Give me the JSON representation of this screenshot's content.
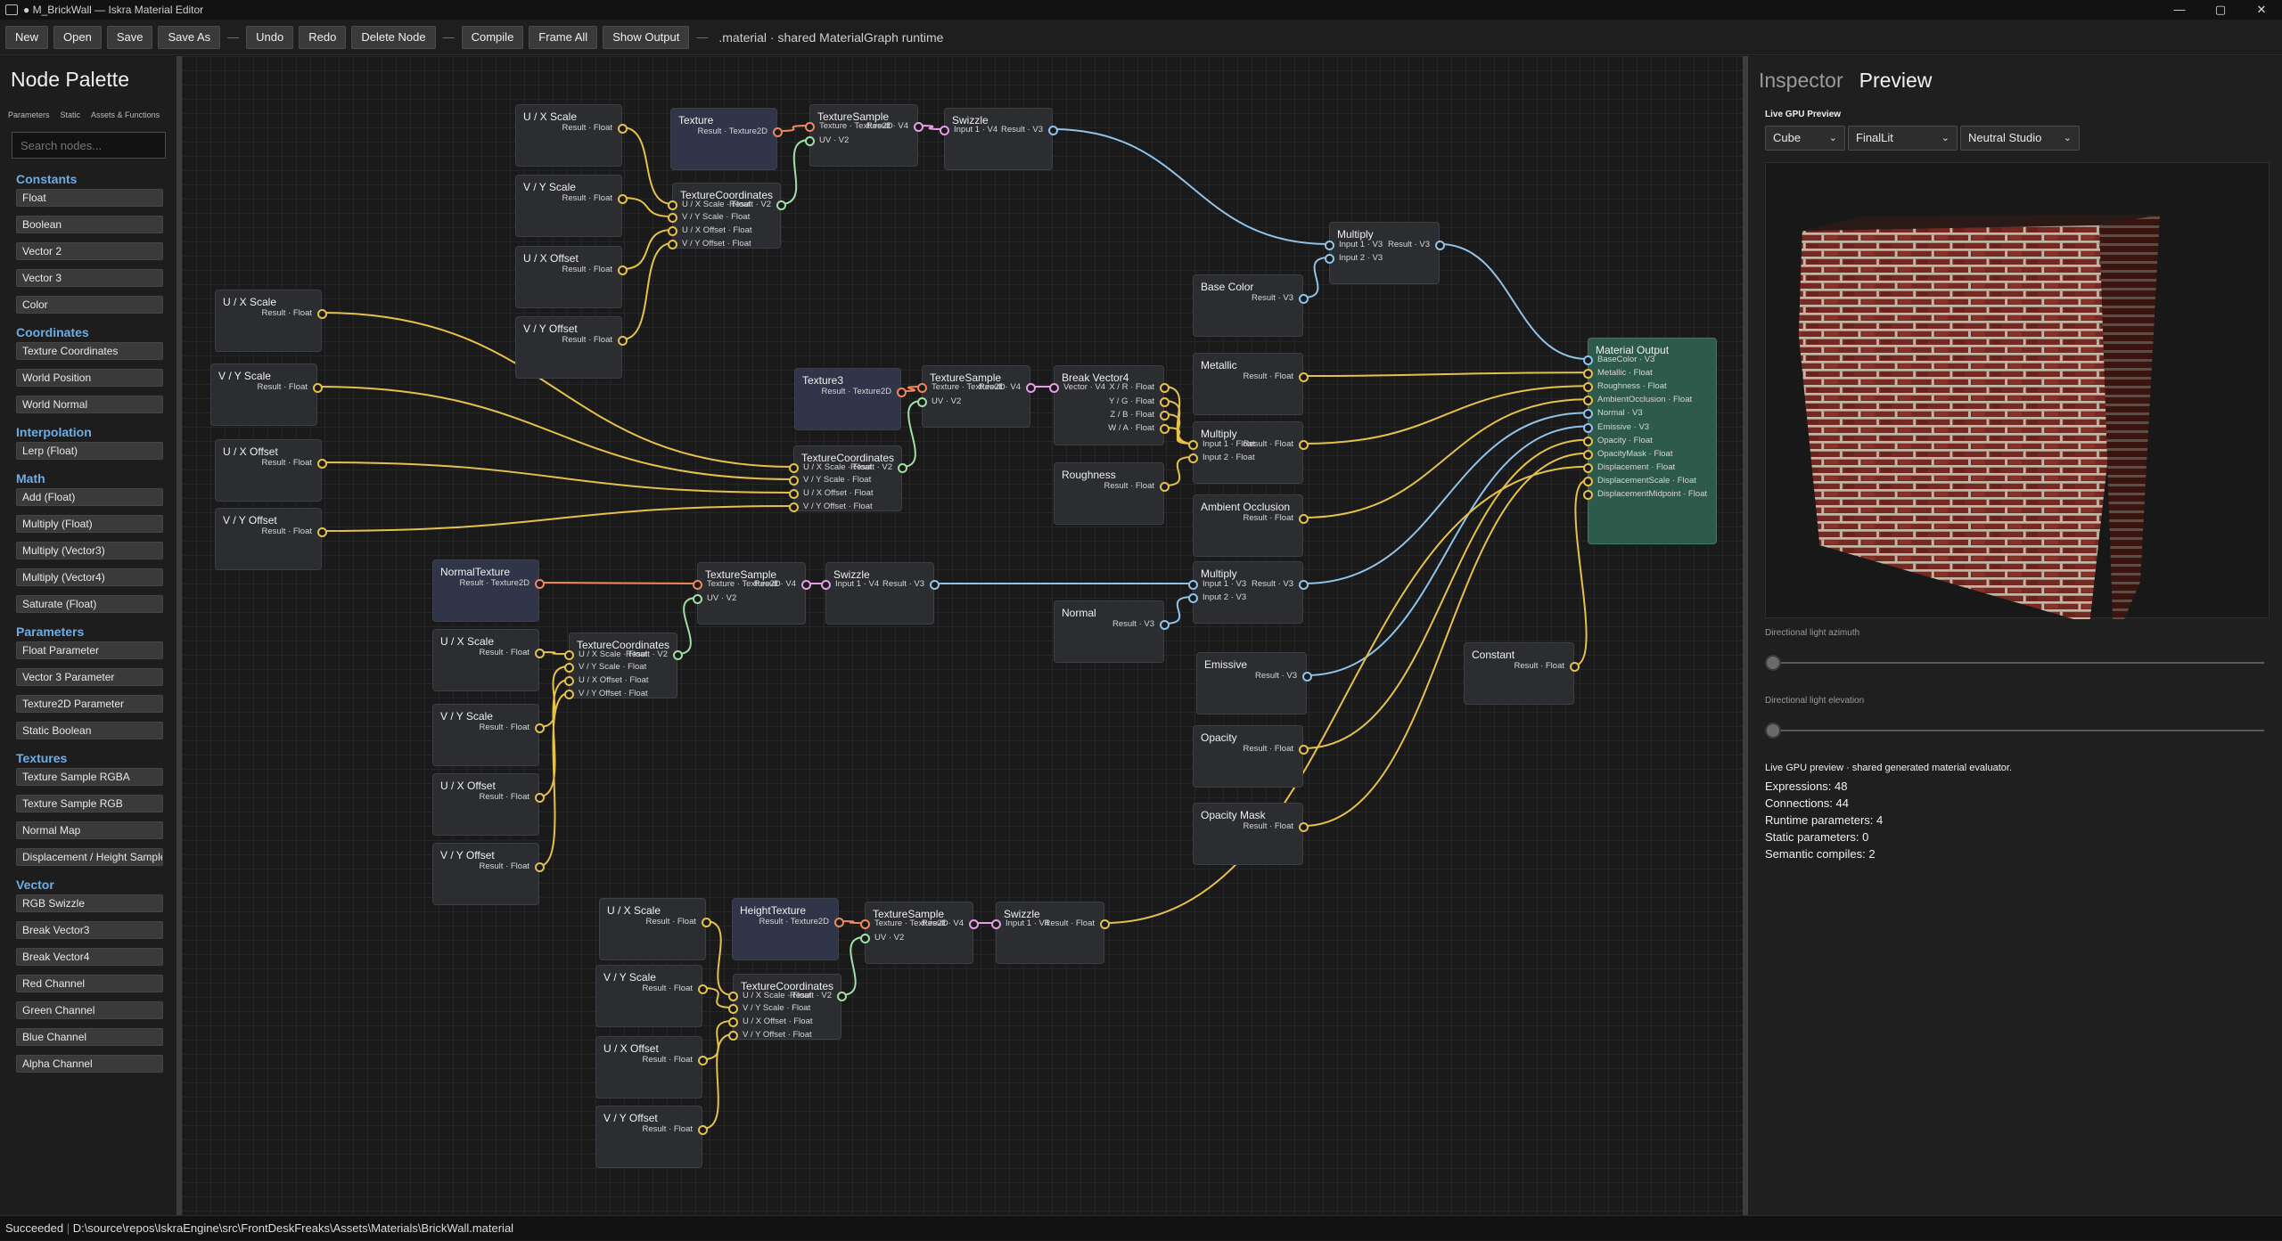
{
  "window": {
    "title": "● M_BrickWall — Iskra Material Editor",
    "controls": [
      "—",
      "▢",
      "✕"
    ]
  },
  "toolbar": {
    "new": "New",
    "open": "Open",
    "save": "Save",
    "save_as": "Save As",
    "sep": "—",
    "undo": "Undo",
    "redo": "Redo",
    "delete_node": "Delete Node",
    "compile": "Compile",
    "frame_all": "Frame All",
    "show_output": "Show Output",
    "info": ".material · shared MaterialGraph runtime"
  },
  "palette": {
    "title": "Node Palette",
    "tabs": [
      "Parameters",
      "Static",
      "Assets & Functions"
    ],
    "search_placeholder": "Search nodes...",
    "categories": [
      {
        "name": "Constants",
        "items": [
          "Float",
          "Boolean",
          "Vector 2",
          "Vector 3",
          "Color"
        ]
      },
      {
        "name": "Coordinates",
        "items": [
          "Texture Coordinates",
          "World Position",
          "World Normal"
        ]
      },
      {
        "name": "Interpolation",
        "items": [
          "Lerp (Float)"
        ]
      },
      {
        "name": "Math",
        "items": [
          "Add (Float)",
          "Multiply (Float)",
          "Multiply (Vector3)",
          "Multiply (Vector4)",
          "Saturate (Float)"
        ]
      },
      {
        "name": "Parameters",
        "items": [
          "Float Parameter",
          "Vector 3 Parameter",
          "Texture2D Parameter",
          "Static Boolean"
        ]
      },
      {
        "name": "Textures",
        "items": [
          "Texture Sample RGBA",
          "Texture Sample RGB",
          "Normal Map",
          "Displacement / Height Sample"
        ]
      },
      {
        "name": "Vector",
        "items": [
          "RGB Swizzle",
          "Break Vector3",
          "Break Vector4",
          "Red Channel",
          "Green Channel",
          "Blue Channel",
          "Alpha Channel"
        ]
      }
    ]
  },
  "graph": {
    "labels": {
      "ux_scale": "U / X Scale",
      "vy_scale": "V / Y Scale",
      "ux_offset": "U / X Offset",
      "vy_offset": "V / Y Offset",
      "result_float": "Result · Float",
      "result_v3": "Result · V3",
      "result_tex": "Result · Texture2D",
      "texture": "Texture",
      "texture3": "Texture3",
      "normal_texture": "NormalTexture",
      "height_texture": "HeightTexture",
      "texture_sample": "TextureSample",
      "ts_texture": "Texture · Texture2D",
      "ts_result": "Result · V4",
      "ts_uv": "UV · V2",
      "swizzle": "Swizzle",
      "sw_input": "Input 1 · V4",
      "sw_result": "Result · V3",
      "sw_result_float": "Result · Float",
      "texcoords": "TextureCoordinates",
      "tc_in_ux": "U / X Scale · Float",
      "tc_result": "Result · V2",
      "tc_vy": "V / Y Scale · Float",
      "tc_uxo": "U / X Offset · Float",
      "tc_vyo": "V / Y Offset · Float",
      "multiply": "Multiply",
      "mul_in1_v3": "Input 1 · V3",
      "mul_in2_v3": "Input 2 · V3",
      "mul_in1_f": "Input 1 · Float",
      "mul_in2_f": "Input 2 · Float",
      "base_color": "Base Color",
      "metallic": "Metallic",
      "roughness": "Roughness",
      "ambient_occlusion": "Ambient Occlusion",
      "normal": "Normal",
      "emissive": "Emissive",
      "opacity": "Opacity",
      "opacity_mask": "Opacity Mask",
      "constant": "Constant",
      "break_vector4": "Break Vector4",
      "bv_vector": "Vector · V4",
      "bv_x": "X / R · Float",
      "bv_y": "Y / G · Float",
      "bv_z": "Z / B · Float",
      "bv_w": "W / A · Float",
      "material_output": "Material Output",
      "mo_pins": [
        "BaseColor · V3",
        "Metallic · Float",
        "Roughness · Float",
        "AmbientOcclusion · Float",
        "Normal · V3",
        "Emissive · V3",
        "Opacity · Float",
        "OpacityMask · Float",
        "Displacement · Float",
        "DisplacementScale · Float",
        "DisplacementMidpoint · Float"
      ]
    },
    "colors": {
      "float": "#e6c14a",
      "vector3": "#8fc3ea",
      "vector2": "#9fe0a4",
      "vector4": "#e79ce8",
      "texture": "#f0885d"
    }
  },
  "inspector": {
    "tabs": [
      "Inspector",
      "Preview"
    ],
    "active_tab": "Preview",
    "preview_label": "Live GPU Preview",
    "shape": "Cube",
    "shading": "FinalLit",
    "environment": "Neutral Studio",
    "azimuth_label": "Directional light azimuth",
    "elevation_label": "Directional light elevation",
    "note": "Live GPU preview · shared generated material evaluator.",
    "stats": [
      "Expressions: 48",
      "Connections: 44",
      "Runtime parameters: 4",
      "Static parameters: 0",
      "Semantic compiles: 2"
    ]
  },
  "status": {
    "state": "Succeeded",
    "path": "D:\\source\\repos\\IskraEngine\\src\\FrontDeskFreaks\\Assets\\Materials\\BrickWall.material"
  }
}
